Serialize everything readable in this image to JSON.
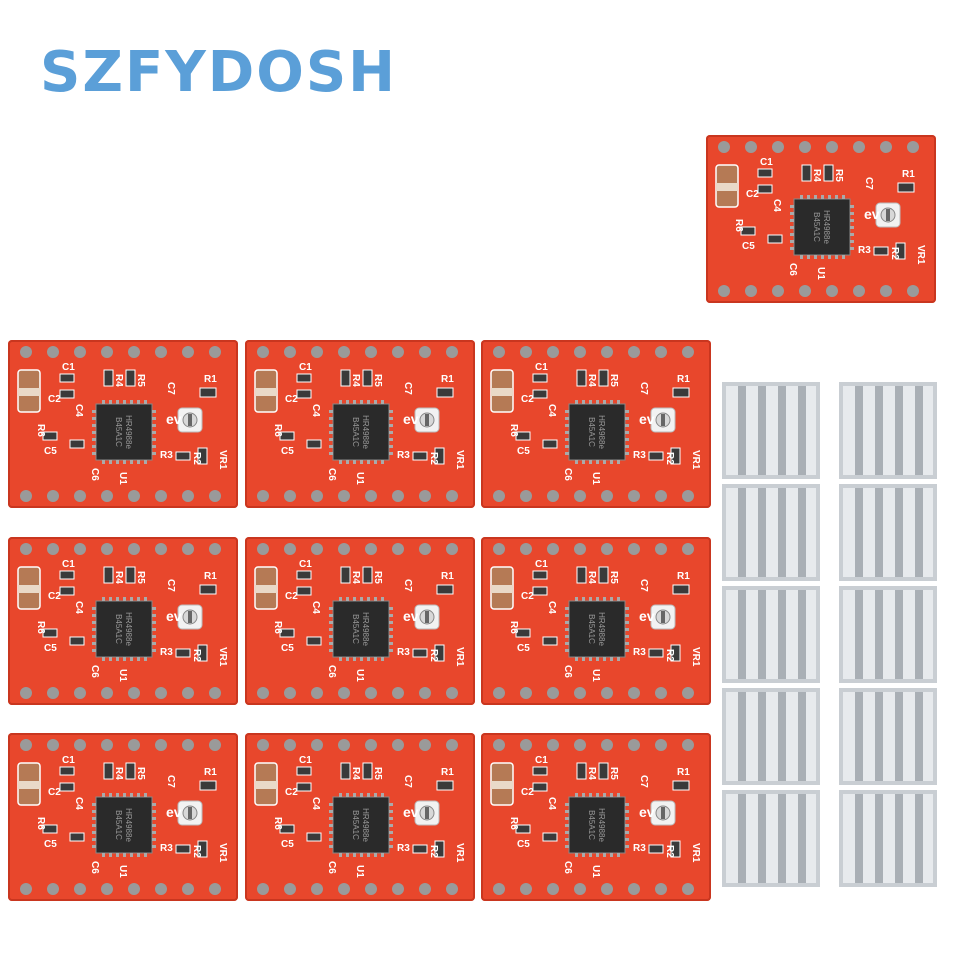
{
  "brand": {
    "text": "SZFYDOSH",
    "color": "#5b9fd8"
  },
  "board": {
    "chip_label_1": "HR4988e",
    "chip_label_2": "B45A1C",
    "designators": {
      "c1": "C1",
      "c2": "C2",
      "c4": "C4",
      "c5": "C5",
      "c6": "C6",
      "c7": "C7",
      "r1": "R1",
      "r2": "R2",
      "r3": "R3",
      "r4": "R4",
      "r5": "R5",
      "r6": "R6",
      "u1": "U1",
      "vr1": "VR1",
      "ev": "ev"
    },
    "colors": {
      "pcb": "#e8472c",
      "silkscreen": "#ffffff",
      "chip": "#2a2a2a",
      "pin": "#9a9a9a"
    }
  },
  "heatsink_color": "#c8cdd2"
}
